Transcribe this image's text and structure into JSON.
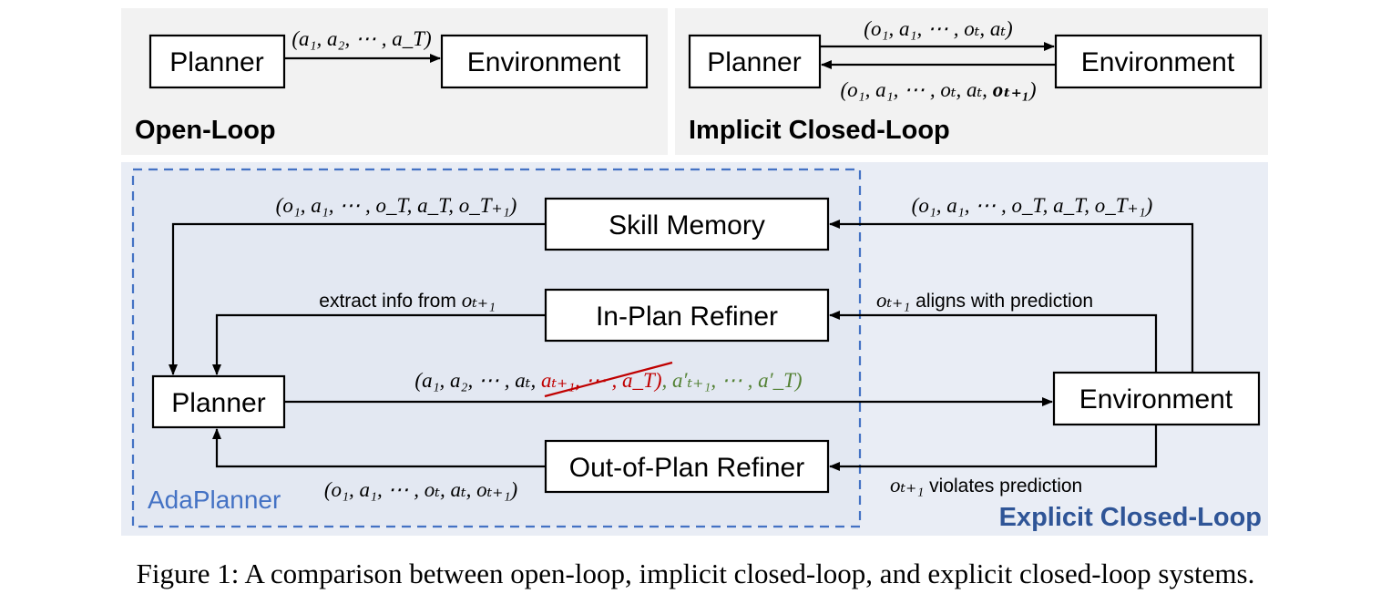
{
  "panels": {
    "open_loop": {
      "title": "Open-Loop",
      "planner": "Planner",
      "environment": "Environment",
      "edge": "(a₁, a₂, ⋯ , a_T)"
    },
    "implicit": {
      "title": "Implicit Closed-Loop",
      "planner": "Planner",
      "environment": "Environment",
      "edge_top": "(o₁, a₁, ⋯ , oₜ, aₜ)",
      "edge_bottom_prefix": "(o₁, a₁, ⋯ , oₜ, aₜ, ",
      "edge_bottom_bold": "oₜ₊₁",
      "edge_bottom_suffix": ")"
    },
    "explicit": {
      "title": "Explicit Closed-Loop",
      "adaplanner_label": "AdaPlanner",
      "planner": "Planner",
      "environment": "Environment",
      "skill_memory": "Skill Memory",
      "in_plan_refiner": "In-Plan Refiner",
      "out_of_plan_refiner": "Out-of-Plan Refiner",
      "skill_left_edge": "(o₁, a₁, ⋯ , o_T, a_T, o_T₊₁)",
      "skill_right_edge": "(o₁, a₁, ⋯ , o_T, a_T, o_T₊₁)",
      "inplan_left_edge_text": "extract info from ",
      "inplan_left_edge_math": "oₜ₊₁",
      "inplan_right_edge_math": "oₜ₊₁",
      "inplan_right_edge_text": " aligns with prediction",
      "outplan_right_edge_math": "oₜ₊₁",
      "outplan_right_edge_text": " violates prediction",
      "outplan_left_edge": "(o₁, a₁, ⋯ , oₜ, aₜ, oₜ₊₁)",
      "plan_edge_black": "(a₁, a₂, ⋯ , aₜ, ",
      "plan_edge_red": "aₜ₊₁, ⋯ , a_T",
      "plan_edge_close": ")",
      "plan_edge_green": ", a′ₜ₊₁, ⋯ , a′_T)"
    }
  },
  "colors": {
    "panel_bg": "#f2f2f2",
    "explicit_bg": "#e9edf5",
    "adaplanner_bg": "#e3e8f2",
    "dashed_border": "#4472c4",
    "explicit_title": "#2f5597",
    "strike_red": "#c00000",
    "green": "#548235"
  },
  "caption": "Figure 1: A comparison between open-loop, implicit closed-loop, and explicit closed-loop systems."
}
